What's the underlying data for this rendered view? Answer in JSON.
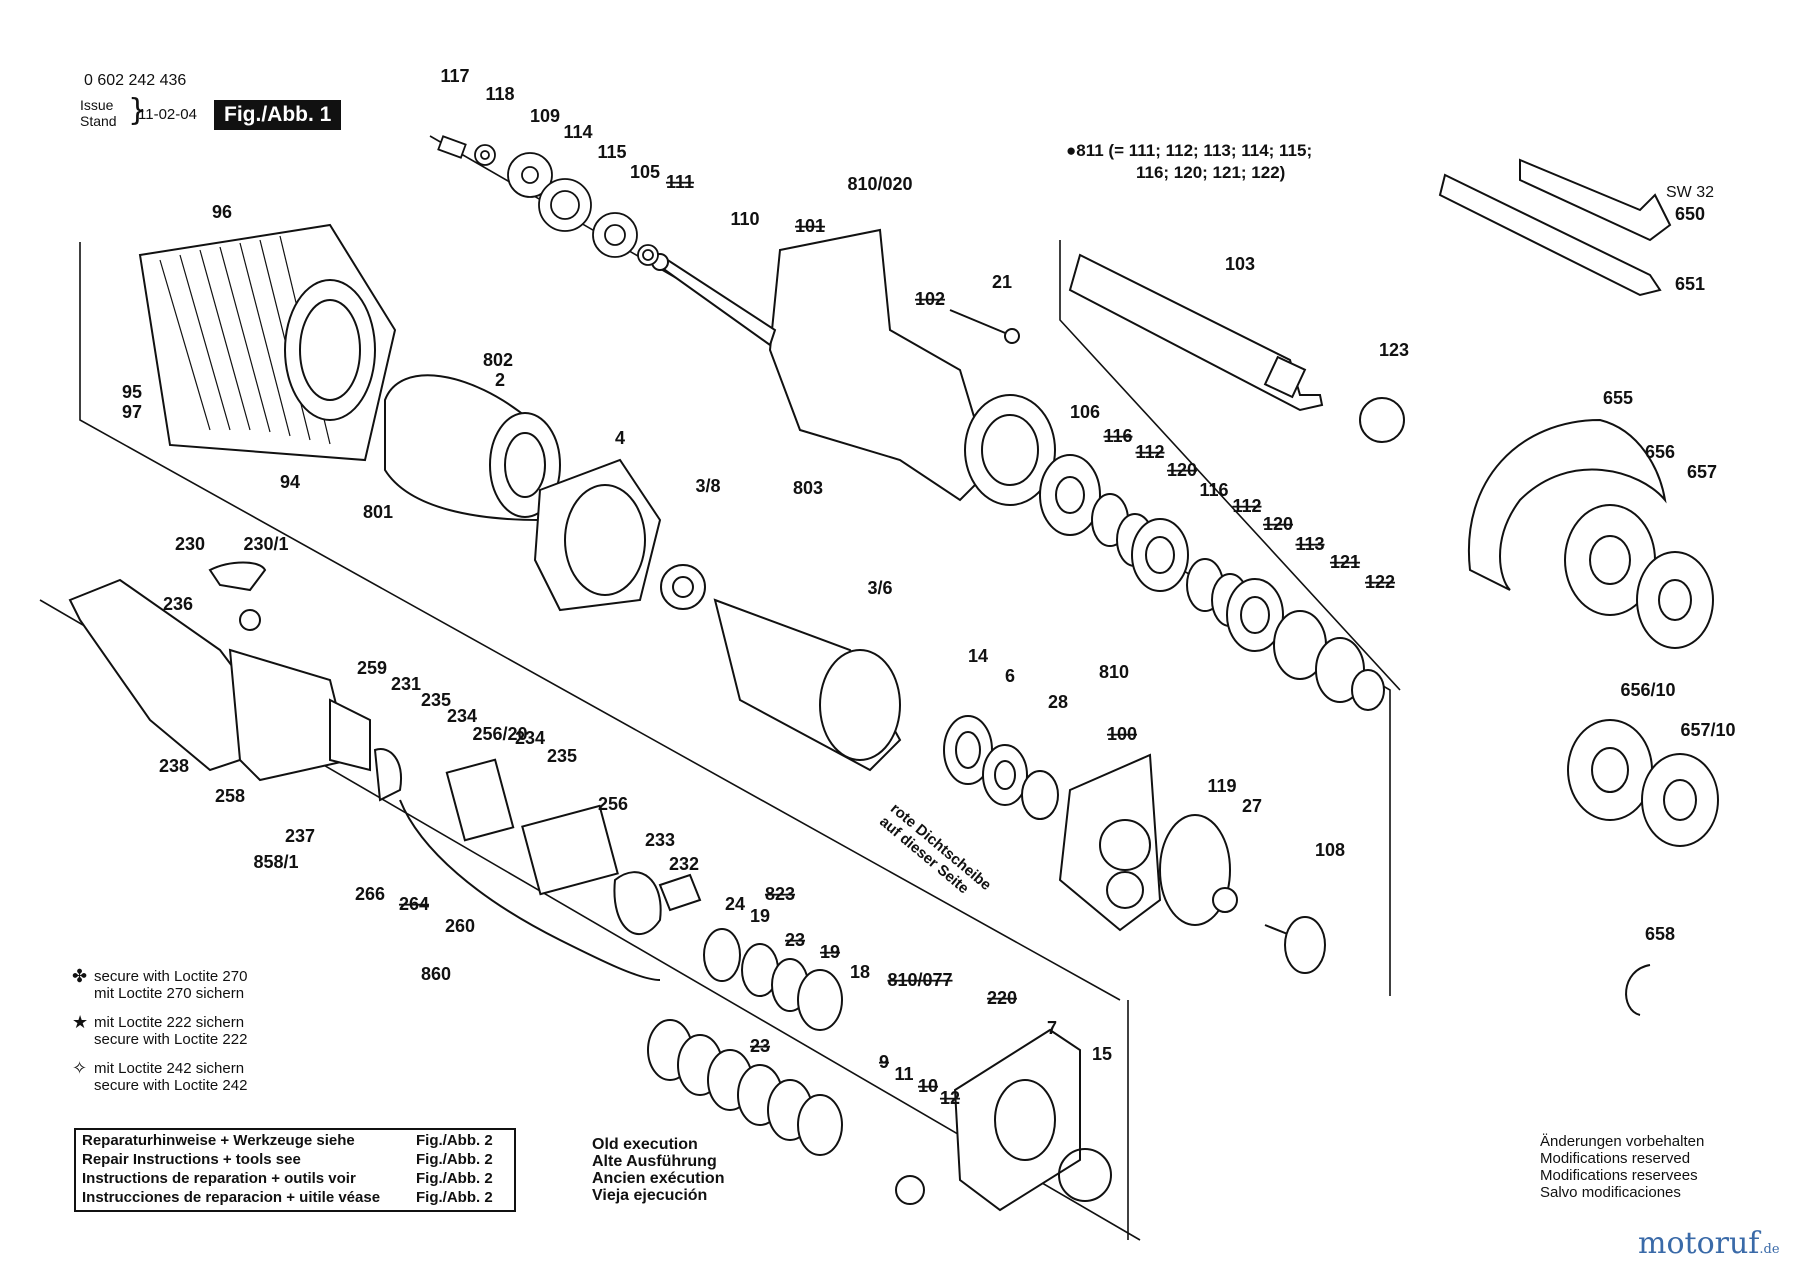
{
  "header": {
    "part_number": "0 602 242 436",
    "issue_label": "Issue",
    "stand_label": "Stand",
    "issue_date": "11-02-04",
    "figure_badge": "Fig./Abb. 1"
  },
  "note_811": {
    "line1": "811 (= 111; 112; 113; 114; 115;",
    "line2": "116; 120; 121; 122)"
  },
  "wrench": {
    "size_label": "SW 32"
  },
  "part_labels": [
    "117",
    "118",
    "109",
    "114",
    "115",
    "105",
    "111",
    "110",
    "810/020",
    "101",
    "102",
    "21",
    "96",
    "802",
    "2",
    "95",
    "97",
    "94",
    "801",
    "4",
    "3/8",
    "803",
    "3/6",
    "103",
    "123",
    "106",
    "116",
    "112",
    "120",
    "116",
    "112",
    "120",
    "113",
    "121",
    "122",
    "650",
    "651",
    "655",
    "656",
    "657",
    "656/10",
    "657/10",
    "658",
    "230",
    "230/1",
    "236",
    "238",
    "258",
    "237",
    "858/1",
    "259",
    "231",
    "235",
    "234",
    "256/20",
    "234",
    "235",
    "256",
    "233",
    "232",
    "266",
    "264",
    "260",
    "860",
    "14",
    "6",
    "28",
    "810",
    "100",
    "119",
    "27",
    "108",
    "24",
    "19",
    "823",
    "23",
    "19",
    "18",
    "810/077",
    "9",
    "11",
    "10",
    "12",
    "23",
    "220",
    "7",
    "15"
  ],
  "red_seal_note": {
    "line1": "rote Dichtscheibe",
    "line2": "auf dieser Seite"
  },
  "legend": [
    {
      "icon": "clover-icon",
      "line1": "secure with Loctite 270",
      "line2": "mit Loctite 270 sichern"
    },
    {
      "icon": "star-filled-icon",
      "line1": "mit Loctite 222 sichern",
      "line2": "secure with Loctite 222"
    },
    {
      "icon": "star-outline-icon",
      "line1": "mit Loctite 242 sichern",
      "line2": "secure with Loctite 242"
    }
  ],
  "repair_box": {
    "rows": [
      {
        "text": "Reparaturhinweise + Werkzeuge siehe",
        "ref": "Fig./Abb. 2"
      },
      {
        "text": "Repair Instructions + tools see",
        "ref": "Fig./Abb. 2"
      },
      {
        "text": "Instructions de reparation + outils voir",
        "ref": "Fig./Abb. 2"
      },
      {
        "text": "Instrucciones de reparacion + uitile véase",
        "ref": "Fig./Abb. 2"
      }
    ]
  },
  "old_execution": [
    "Old execution",
    "Alte Ausführung",
    "Ancien exécution",
    "Vieja ejecución"
  ],
  "changes_reserved": [
    "Änderungen vorbehalten",
    "Modifications reserved",
    "Modifications reservees",
    "Salvo modificaciones"
  ],
  "watermark": {
    "brand": "motoruf",
    "tld": ".de"
  }
}
